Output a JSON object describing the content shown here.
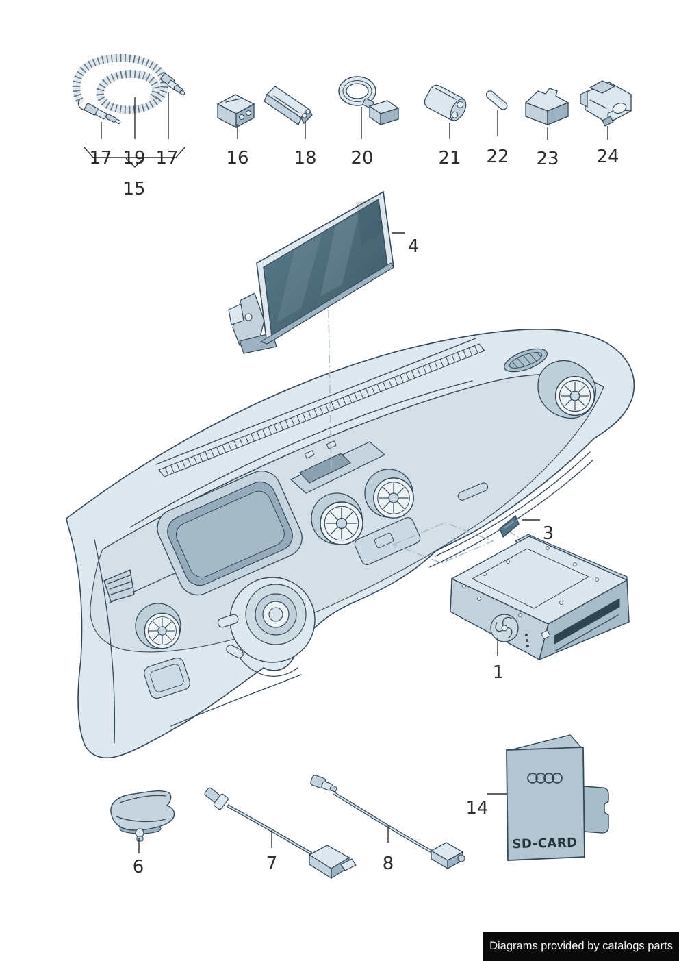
{
  "callouts": {
    "c1": "1",
    "c3": "3",
    "c4": "4",
    "c6": "6",
    "c7": "7",
    "c8": "8",
    "c14": "14",
    "c15": "15",
    "c16": "16",
    "c17a": "17",
    "c17b": "17",
    "c18": "18",
    "c19": "19",
    "c20": "20",
    "c21": "21",
    "c22": "22",
    "c23": "23",
    "c24": "24"
  },
  "booklet": {
    "title": "SD-CARD",
    "brand_icon": "audi-rings-icon"
  },
  "banner": {
    "text": "Diagrams provided by catalogs parts"
  },
  "colors": {
    "line": "#33475a",
    "fill_light": "#dee7ed",
    "fill_mid": "#c3d2dc",
    "fill_dark": "#9db3c1",
    "screen": "#4e6e7d",
    "sd_card_part": "#547485",
    "dash_dot": "#a5bdca",
    "label_text": "#2d2d2d",
    "banner_bg": "#0a0a0a",
    "banner_fg": "#f5f5f5"
  }
}
